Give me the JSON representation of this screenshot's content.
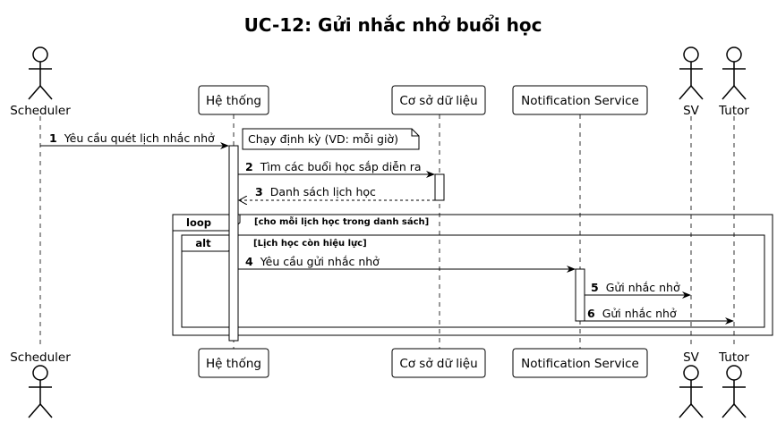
{
  "title": "UC-12: Gửi nhắc nhở buổi học",
  "participants": {
    "scheduler": "Scheduler",
    "system": "Hệ thống",
    "database": "Cơ sở dữ liệu",
    "notification": "Notification Service",
    "sv": "SV",
    "tutor": "Tutor"
  },
  "messages": [
    {
      "num": "1",
      "text": "Yêu cầu quét lịch nhắc nhở"
    },
    {
      "num": "2",
      "text": "Tìm các buổi học sắp diễn ra"
    },
    {
      "num": "3",
      "text": "Danh sách lịch học"
    },
    {
      "num": "4",
      "text": "Yêu cầu gửi nhắc nhở"
    },
    {
      "num": "5",
      "text": "Gửi nhắc nhở"
    },
    {
      "num": "6",
      "text": "Gửi nhắc nhở"
    }
  ],
  "note": "Chạy định kỳ (VD: mỗi giờ)",
  "loop": {
    "keyword": "loop",
    "condition": "[cho mỗi lịch học trong danh sách]"
  },
  "alt": {
    "keyword": "alt",
    "condition": "[Lịch học còn hiệu lực]"
  }
}
